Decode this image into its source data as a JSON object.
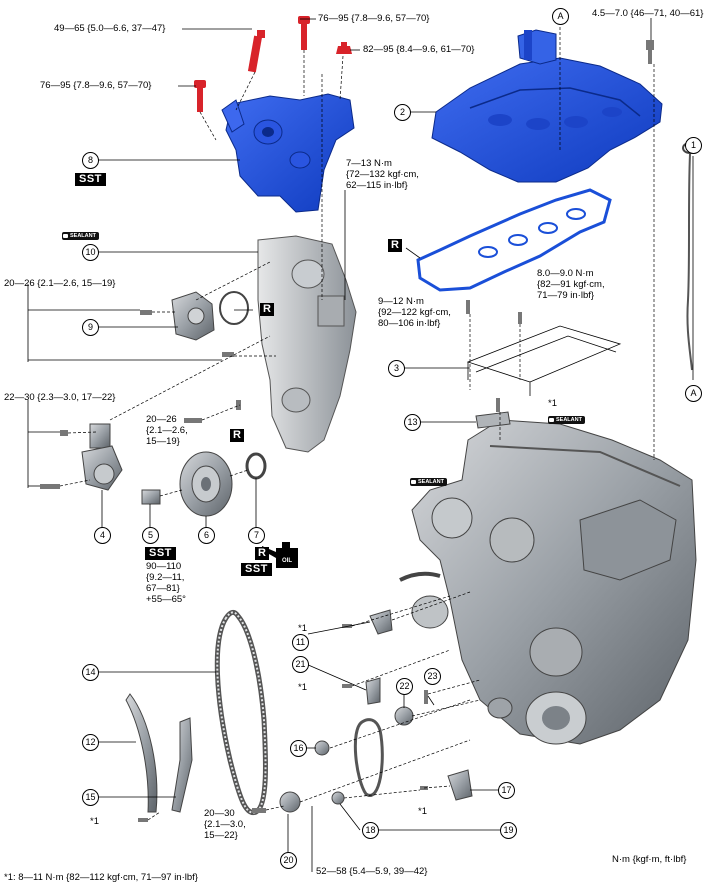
{
  "torques": {
    "t1": "49—65 {5.0—6.6, 37—47}",
    "t2": "76—95 {7.8—9.6, 57—70}",
    "t3": "82—95 {8.4—9.6, 61—70}",
    "t4": "76—95 {7.8—9.6, 57—70}",
    "t5": "4.5—7.0 {46—71, 40—61}",
    "t6": "7—13 N·m\n{72—132 kgf·cm,\n62—115 in·lbf}",
    "t7": "20—26 {2.1—2.6, 15—19}",
    "t8": "8.0—9.0 N·m\n{82—91 kgf·cm,\n71—79 in·lbf}",
    "t9": "9—12 N·m\n{92—122 kgf·cm,\n80—106 in·lbf}",
    "t10": "22—30 {2.3—3.0, 17—22}",
    "t11": "20—26\n{2.1—2.6,\n15—19}",
    "t12": "90—110\n{9.2—11,\n67—81}\n+55—65°",
    "t13": "20—30\n{2.1—3.0,\n15—22}",
    "t14": "52—58 {5.4—5.9, 39—42}"
  },
  "labels": {
    "sst": "SST",
    "r": "R",
    "sealant": "SEALANT",
    "oil": "OIL",
    "star1": "*1",
    "ref_a": "A"
  },
  "callouts": [
    "1",
    "2",
    "3",
    "4",
    "5",
    "6",
    "7",
    "8",
    "9",
    "10",
    "11",
    "12",
    "13",
    "14",
    "15",
    "16",
    "17",
    "18",
    "19",
    "20",
    "21",
    "22",
    "23"
  ],
  "footnote": "*1: 8—11 N·m {82—112 kgf·cm, 71—97 in·lbf}",
  "units": "N·m {kgf·m, ft·lbf}",
  "colors": {
    "part_blue": "#1a4fd8",
    "bolt_red": "#d8232a",
    "engine_gray": "#9aa0a6",
    "line": "#000000"
  }
}
